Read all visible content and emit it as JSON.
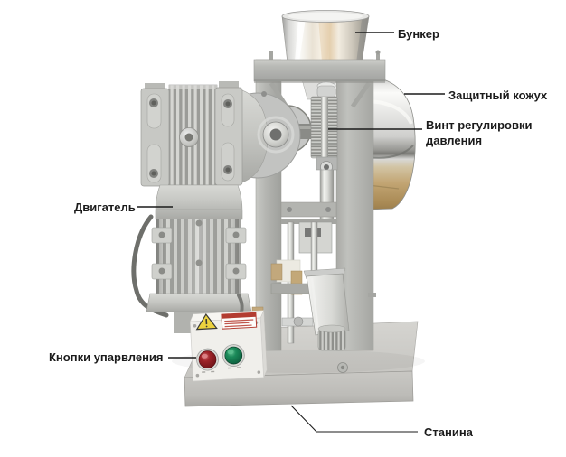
{
  "diagram": {
    "labels": {
      "hopper": "Бункер",
      "protective_cover": "Защитный кожух",
      "pressure_screw": "Винт регулировки давления",
      "motor": "Двигатель",
      "control_buttons": "Кнопки упарвления",
      "frame": "Станина"
    },
    "colors": {
      "label_text": "#1b1b1b",
      "leader_line": "#1b1b1b",
      "machine_gray": "#b7b8b4",
      "base_gray": "#c6c5c1",
      "aluminum": "#c8c9c7",
      "chrome_highlight": "#f2f2f0",
      "brass_reflection": "#c2a573",
      "red_button": "#8c1d22",
      "green_button": "#147a4e",
      "warning_yellow": "#ecd23e",
      "sticker_red": "#b33c31",
      "control_box_white": "#efeeea"
    }
  }
}
